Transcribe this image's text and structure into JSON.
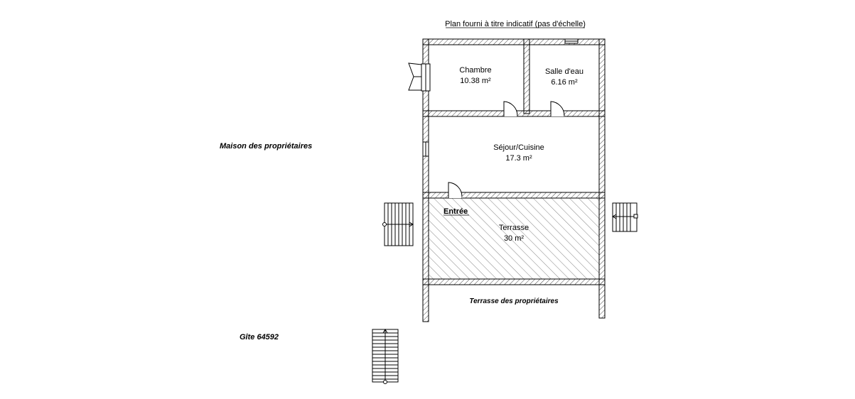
{
  "plan": {
    "note": "Plan fourni à titre indicatif (pas d'échelle)",
    "owner_house": "Maison des propriétaires",
    "owner_terrace": "Terrasse des propriétaires",
    "gite": "Gîte 64592",
    "entrance": "Entrée",
    "rooms": {
      "chambre": {
        "name": "Chambre",
        "area": "10.38 m²"
      },
      "salle": {
        "name": "Salle d'eau",
        "area": "6.16 m²"
      },
      "sejour": {
        "name": "Séjour/Cuisine",
        "area": "17.3 m²"
      },
      "terrasse": {
        "name": "Terrasse",
        "area": "30 m²"
      }
    }
  },
  "colors": {
    "ink": "#000000",
    "wall_hatch": "#444444",
    "background": "#ffffff"
  }
}
